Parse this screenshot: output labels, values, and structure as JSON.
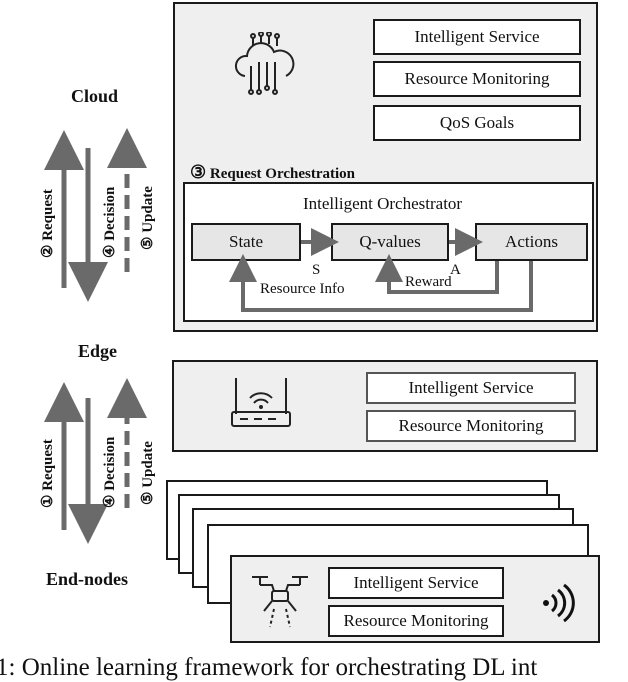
{
  "levels": {
    "cloud": "Cloud",
    "edge": "Edge",
    "end_nodes": "End-nodes"
  },
  "cloud": {
    "services": [
      "Intelligent Service",
      "Resource Monitoring",
      "QoS Goals"
    ],
    "orchestration_label": "Request Orchestration",
    "orchestration_num": "③",
    "orchestrator_title": "Intelligent Orchestrator",
    "state": "State",
    "qvalues": "Q-values",
    "actions": "Actions",
    "s": "S",
    "a": "A",
    "reward": "Reward",
    "resource_info": "Resource Info"
  },
  "edge": {
    "services": [
      "Intelligent Service",
      "Resource Monitoring"
    ]
  },
  "end": {
    "services": [
      "Intelligent Service",
      "Resource Monitoring"
    ]
  },
  "arrows_top": {
    "request": "② Request",
    "decision": "④ Decision",
    "update": "⑤ Update"
  },
  "arrows_bottom": {
    "request": "① Request",
    "decision": "④ Decision",
    "update": "⑤ Update"
  },
  "caption": "1: Online learning framework for orchestrating DL int"
}
